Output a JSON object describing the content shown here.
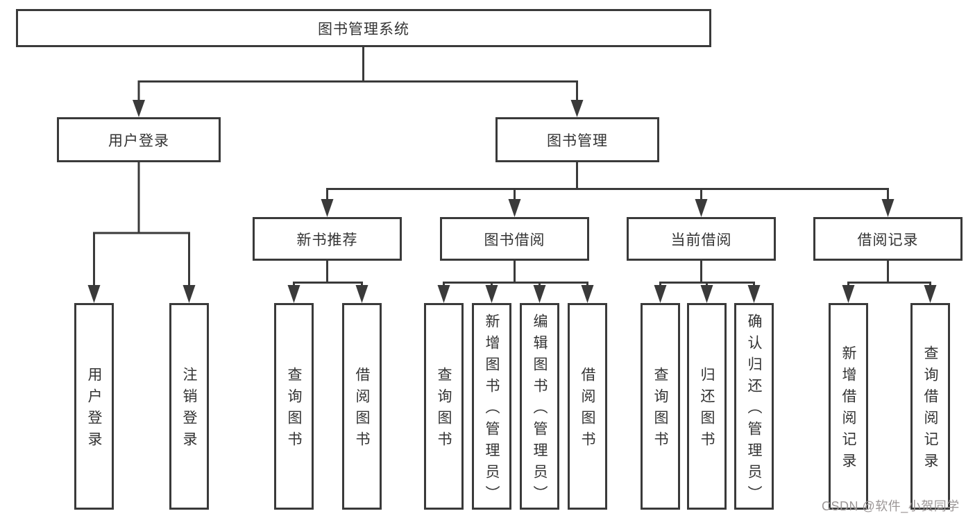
{
  "tree": {
    "label": "图书管理系统",
    "children": [
      {
        "label": "用户登录",
        "children": [
          {
            "label": "用户登录"
          },
          {
            "label": "注销登录"
          }
        ]
      },
      {
        "label": "图书管理",
        "children": [
          {
            "label": "新书推荐",
            "children": [
              {
                "label": "查询图书"
              },
              {
                "label": "借阅图书"
              }
            ]
          },
          {
            "label": "图书借阅",
            "children": [
              {
                "label": "查询图书"
              },
              {
                "label": "新增图书（管理员）"
              },
              {
                "label": "编辑图书（管理员）"
              },
              {
                "label": "借阅图书"
              }
            ]
          },
          {
            "label": "当前借阅",
            "children": [
              {
                "label": "查询图书"
              },
              {
                "label": "归还图书"
              },
              {
                "label": "确认归还（管理员）"
              }
            ]
          },
          {
            "label": "借阅记录",
            "children": [
              {
                "label": "新增借阅记录"
              },
              {
                "label": "查询借阅记录"
              }
            ]
          }
        ]
      }
    ]
  },
  "watermark": "CSDN @软件_小贺同学",
  "colors": {
    "line": "#3a3a3a",
    "box_border": "#3a3a3a",
    "text": "#333333",
    "watermark": "#9b9696",
    "background": "#ffffff"
  }
}
